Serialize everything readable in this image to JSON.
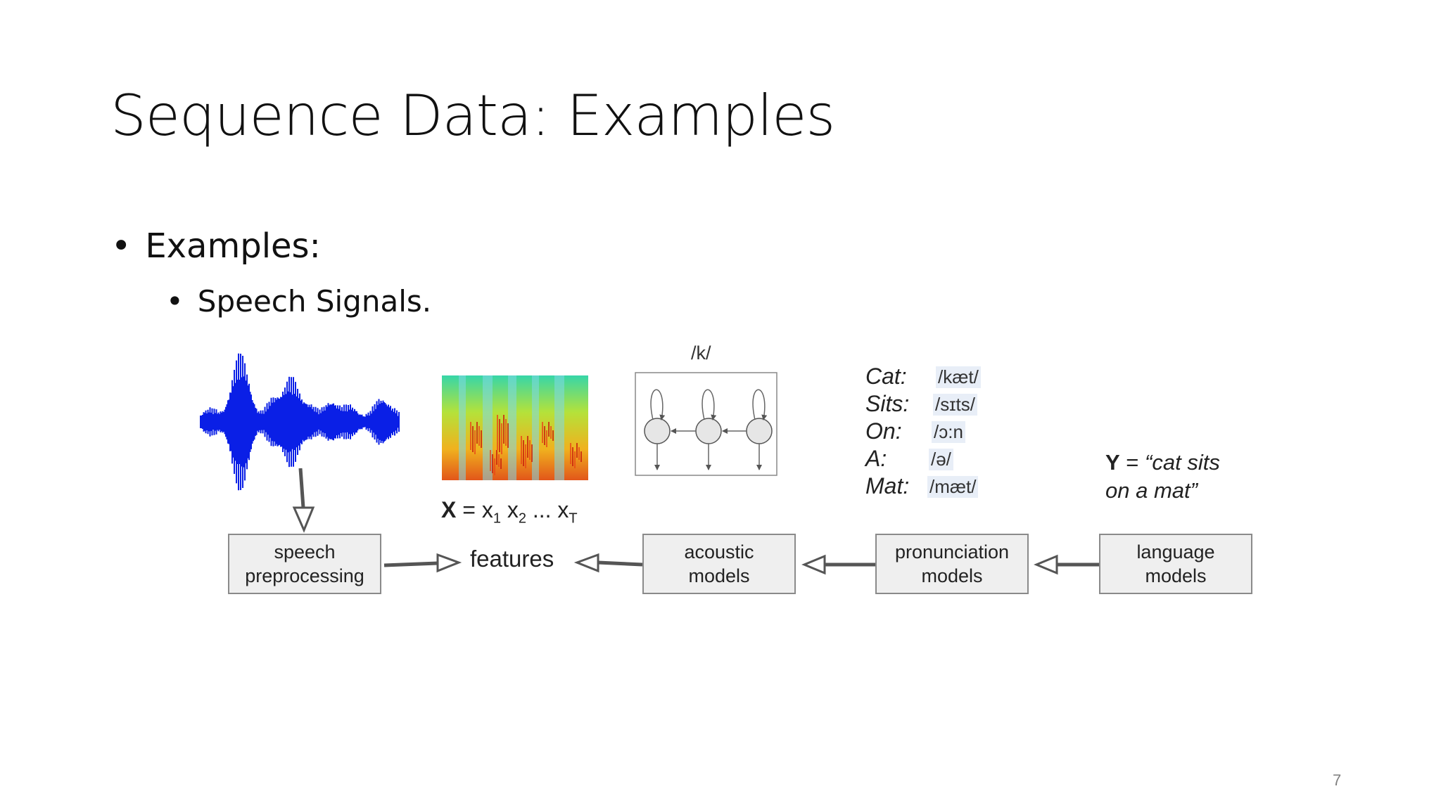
{
  "title": "Sequence Data: Examples",
  "bullets": {
    "level1": "Examples:",
    "level2": "Speech Signals.",
    "bullet_glyph": "•"
  },
  "diagram": {
    "boxes": {
      "speech_preprocessing": [
        "speech",
        "preprocessing"
      ],
      "acoustic_models": [
        "acoustic",
        "models"
      ],
      "pronunciation_models": [
        "pronunciation",
        "models"
      ],
      "language_models": [
        "language",
        "models"
      ]
    },
    "features_label": "features",
    "x_sequence": {
      "symbol": "X",
      "equals": "= x",
      "sub1": "1",
      "x2": " x",
      "sub2": "2",
      "dots": " ... x",
      "subT": "T"
    },
    "phone_label": "/k/",
    "lexicon": [
      {
        "word": "Cat:",
        "phonemes": "/kæt/"
      },
      {
        "word": "Sits:",
        "phonemes": "/sɪts/"
      },
      {
        "word": "On:",
        "phonemes": "/ɔ:n"
      },
      {
        "word": "A:",
        "phonemes": "/ə/"
      },
      {
        "word": "Mat:",
        "phonemes": "/mæt/"
      }
    ],
    "transcript": {
      "symbol": "Y",
      "equals": " = ",
      "text_line1": "“cat sits",
      "text_line2": "on a mat”"
    },
    "images": {
      "waveform": "speech-waveform",
      "spectrogram": "spectrogram",
      "hmm": "hmm-state-diagram"
    },
    "colors": {
      "waveform": "#0a1fe6",
      "box_fill": "#efefef",
      "box_border": "#8a8a8a",
      "arrow": "#555555",
      "phoneme_highlight": "#e8eef7"
    }
  },
  "page_number": "7"
}
